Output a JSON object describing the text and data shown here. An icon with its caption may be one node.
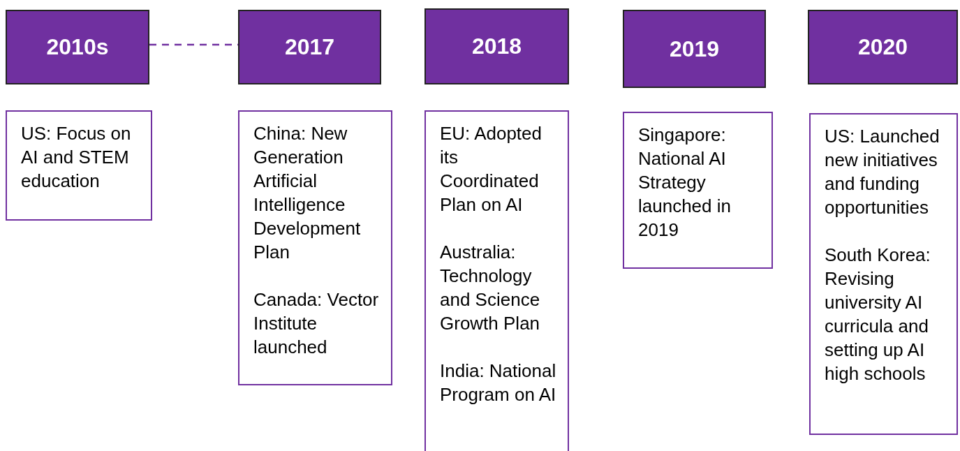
{
  "diagram": {
    "nodes": [
      {
        "text": [
          "2010s"
        ]
      },
      {
        "text": [
          "2017"
        ]
      },
      {
        "text": [
          "2018"
        ]
      },
      {
        "text": [
          "2019"
        ]
      },
      {
        "text": [
          "2020"
        ]
      },
      {
        "text": [
          "US: Focus on AI and STEM education"
        ]
      },
      {
        "text": [
          "China: New Generation Artificial Intelligence Development Plan",
          "Canada: Vector Institute launched"
        ]
      },
      {
        "text": [
          "EU: Adopted its Coordinated Plan on AI",
          "Australia: Technology and Science Growth Plan",
          "India: National Program on AI"
        ]
      },
      {
        "text": [
          "Singapore: National AI Strategy launched in 2019"
        ]
      },
      {
        "text": [
          "US: Launched new initiatives and funding opportunities",
          "South Korea: Revising university AI curricula and setting up AI high schools"
        ]
      }
    ],
    "edges": [
      {
        "from": 0,
        "to": 1,
        "arrow": "none",
        "style": "dashed"
      }
    ]
  }
}
